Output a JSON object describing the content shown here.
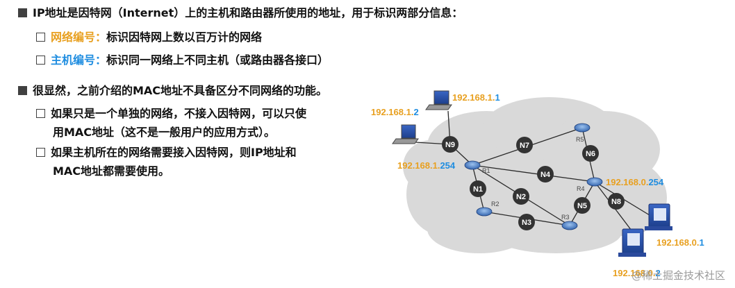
{
  "text": {
    "l1": "IP地址是因特网（Internet）上的主机和路由器所使用的地址，用于标识两部分信息：",
    "net_label": "网络编号：",
    "net_desc": "标识因特网上数以百万计的网络",
    "host_label": "主机编号：",
    "host_desc": "标识同一网络上不同主机（或路由器各接口）",
    "l2": "很显然，之前介绍的MAC地址不具备区分不同网络的功能。",
    "b1_line1": "如果只是一个单独的网络，不接入因特网，可以只使",
    "b1_line2": "用MAC地址（这不是一般用户的应用方式）。",
    "b2_line1": "如果主机所在的网络需要接入因特网，则IP地址和",
    "b2_line2": "MAC地址都需要使用。"
  },
  "colors": {
    "network_part": "#e8a020",
    "host_part": "#1f8de0",
    "cloud": "#d9d9d9",
    "node": "#333333"
  },
  "diagram": {
    "routers": [
      {
        "id": "r1",
        "label": "R1"
      },
      {
        "id": "r2",
        "label": "R2"
      },
      {
        "id": "r3",
        "label": "R3"
      },
      {
        "id": "r4",
        "label": "R4"
      },
      {
        "id": "r5",
        "label": "R5"
      }
    ],
    "networks": [
      {
        "id": "n1",
        "label": "N1"
      },
      {
        "id": "n2",
        "label": "N2"
      },
      {
        "id": "n3",
        "label": "N3"
      },
      {
        "id": "n4",
        "label": "N4"
      },
      {
        "id": "n5",
        "label": "N5"
      },
      {
        "id": "n6",
        "label": "N6"
      },
      {
        "id": "n7",
        "label": "N7"
      },
      {
        "id": "n8",
        "label": "N8"
      },
      {
        "id": "n9",
        "label": "N9"
      }
    ],
    "ip_labels": [
      {
        "id": "ip_pc1",
        "net": "192.168.1.",
        "host": "1"
      },
      {
        "id": "ip_pc2",
        "net": "192.168.1.",
        "host": "2"
      },
      {
        "id": "ip_r1",
        "net": "192.168.1.",
        "host": "254"
      },
      {
        "id": "ip_r4",
        "net": "192.168.0.",
        "host": "254"
      },
      {
        "id": "ip_pc3",
        "net": "192.168.0.",
        "host": "1"
      },
      {
        "id": "ip_pc4",
        "net": "192.168.0.",
        "host": "2"
      }
    ]
  },
  "watermark": "@稀土掘金技术社区"
}
